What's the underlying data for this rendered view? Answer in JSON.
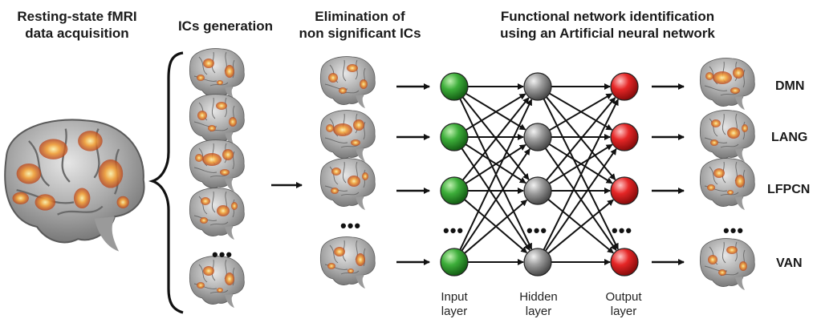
{
  "headers": {
    "acquisition": [
      "Resting-state fMRI",
      "data acquisition"
    ],
    "ics_generation": "ICs generation",
    "elimination": [
      "Elimination of",
      "non significant ICs"
    ],
    "identification": [
      "Functional network identification",
      "using an Artificial neural network"
    ]
  },
  "network_labels": [
    "DMN",
    "LANG",
    "LFPCN",
    "VAN"
  ],
  "layers": {
    "input": [
      "Input",
      "layer"
    ],
    "hidden": [
      "Hidden",
      "layer"
    ],
    "output": [
      "Output",
      "layer"
    ]
  },
  "ellipsis": "•••",
  "colors": {
    "input_node": "#2e9a2e",
    "hidden_node": "#8c8c8c",
    "output_node": "#e02020",
    "arrow": "#111111"
  }
}
